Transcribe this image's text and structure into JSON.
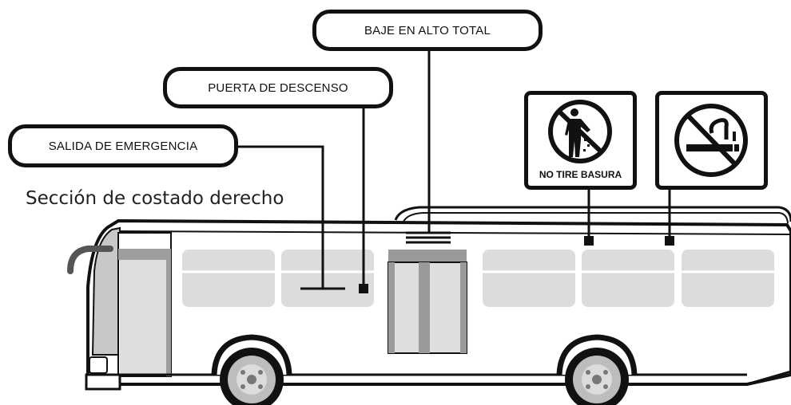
{
  "section_title": "Sección de costado derecho",
  "labels": {
    "emergency_exit": "SALIDA DE EMERGENCIA",
    "exit_door": "PUERTA DE DESCENSO",
    "full_stop": "BAJE EN ALTO TOTAL"
  },
  "signs": {
    "no_littering": {
      "caption": "NO TIRE BASURA",
      "icon": "no-littering-icon"
    },
    "no_smoking": {
      "icon": "no-smoking-icon"
    }
  },
  "colors": {
    "outline": "#111111",
    "window_fill": "#dcdcdc",
    "door_fill": "#bdbdbd",
    "bus_body": "#ffffff"
  }
}
